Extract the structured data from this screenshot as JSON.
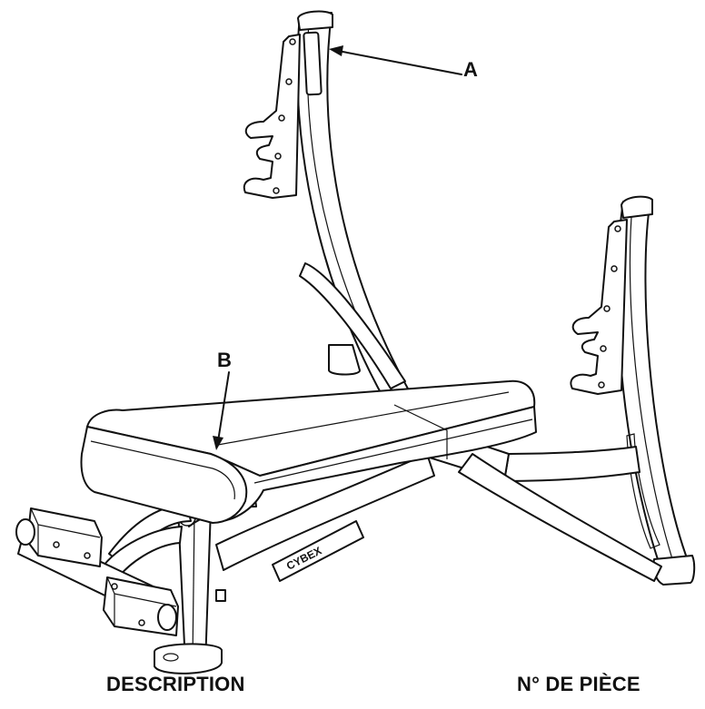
{
  "callouts": {
    "a": "A",
    "b": "B"
  },
  "brand_logo": "CYBEX",
  "headings": {
    "description": "DESCRIPTION",
    "part_number": "N° DE PIÈCE"
  }
}
